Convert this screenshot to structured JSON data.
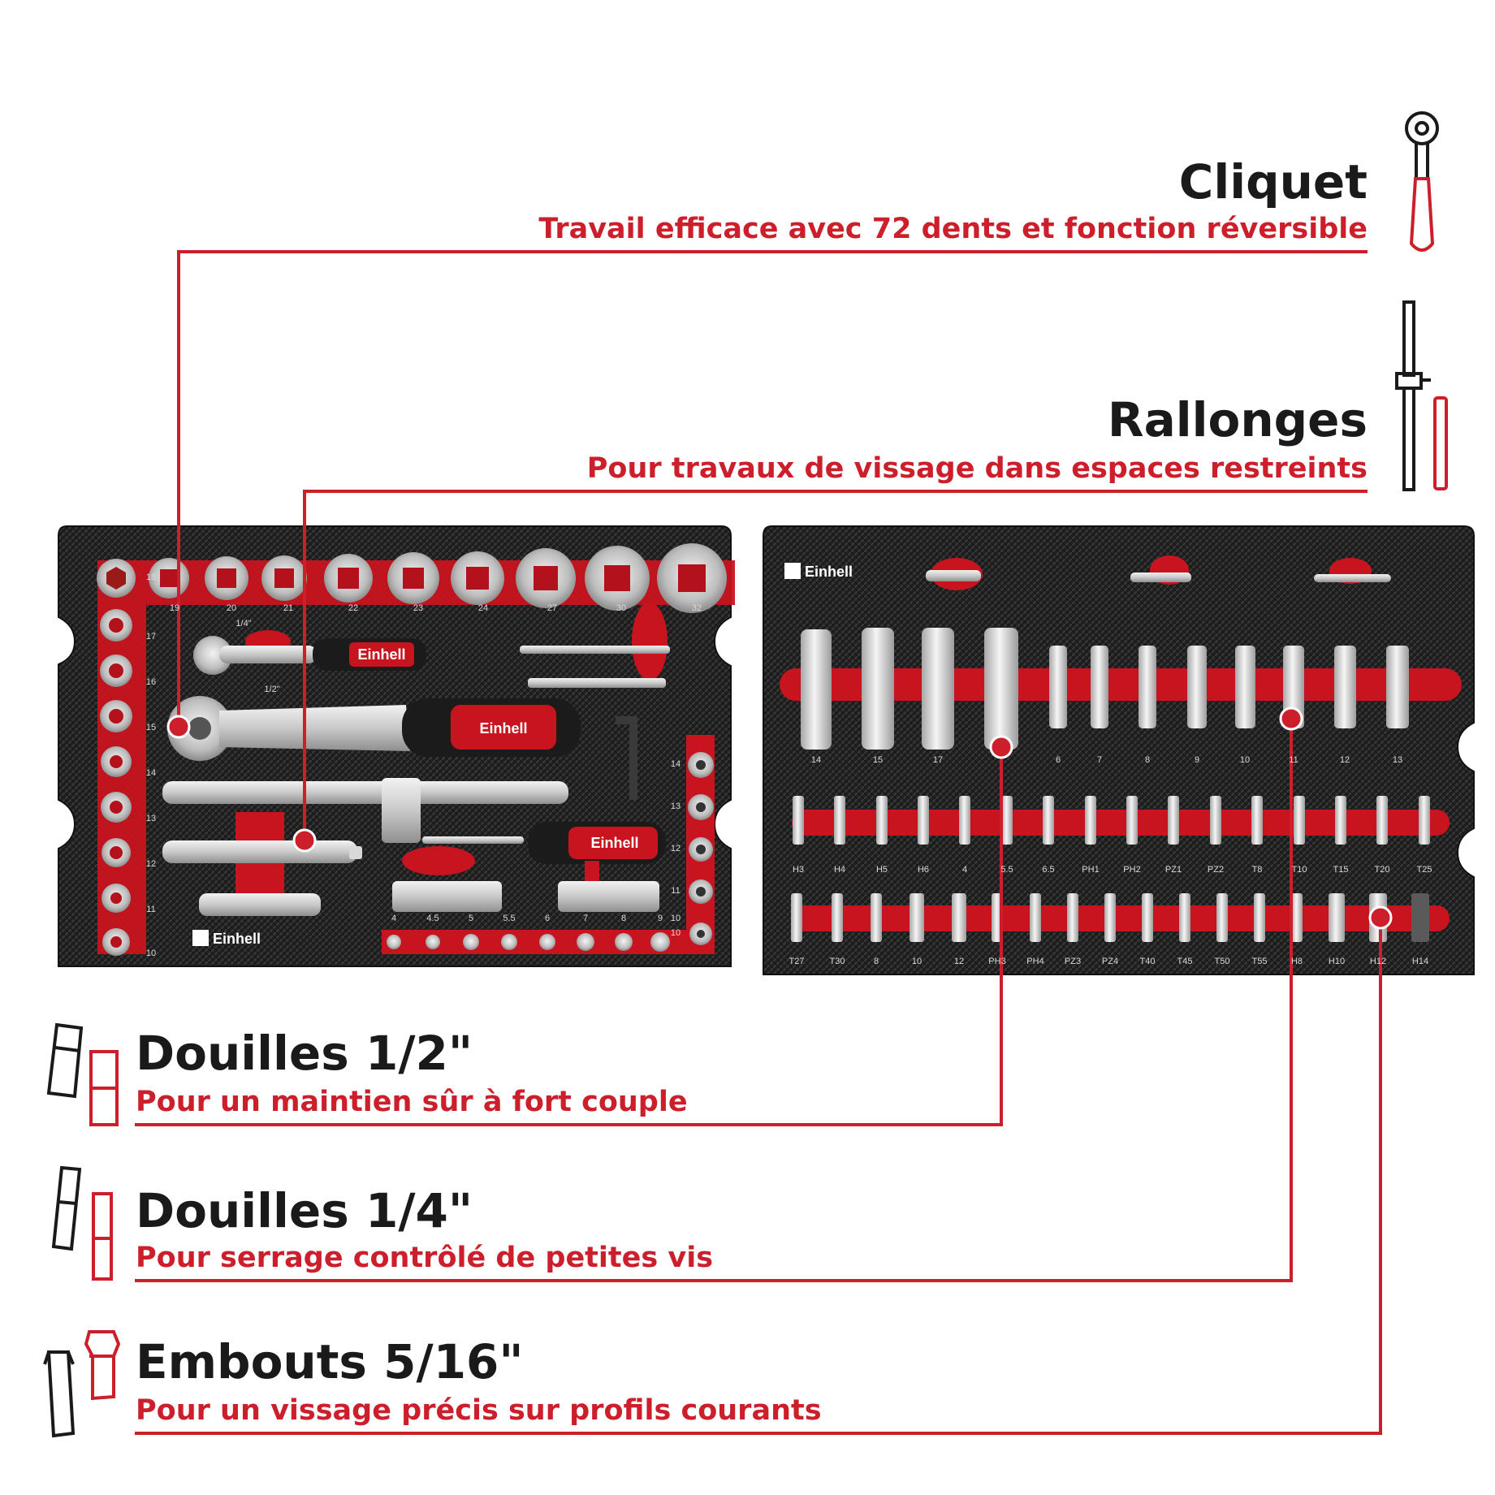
{
  "features": [
    {
      "title": "Cliquet",
      "subtitle": "Travail efficace avec 72 dents et fonction réversible",
      "icon": "ratchet-icon"
    },
    {
      "title": "Rallonges",
      "subtitle": "Pour travaux de vissage dans espaces restreints",
      "icon": "extension-bar-icon"
    },
    {
      "title": "Douilles 1/2\"",
      "subtitle": "Pour un maintien sûr à fort couple",
      "icon": "socket-half-inch-icon"
    },
    {
      "title": "Douilles 1/4\"",
      "subtitle": "Pour serrage contrôlé de petites vis",
      "icon": "socket-quarter-inch-icon"
    },
    {
      "title": "Embouts 5/16\"",
      "subtitle": "Pour un vissage précis sur profils courants",
      "icon": "bit-icon"
    }
  ],
  "trays": {
    "brand": "Einhell",
    "left": {
      "top_sockets": [
        "19",
        "20",
        "21",
        "22",
        "23",
        "24",
        "27",
        "30",
        "32"
      ],
      "left_column_sockets": [
        "18",
        "17",
        "16",
        "15",
        "14",
        "13",
        "12",
        "11",
        "10"
      ],
      "right_column_sockets": [
        "14",
        "13",
        "12",
        "11",
        "10"
      ],
      "bottom_sockets": [
        "4",
        "4.5",
        "5",
        "5.5",
        "6",
        "7",
        "8",
        "9",
        "10"
      ],
      "ratchet_labels": [
        "1/4\"",
        "1/2\""
      ]
    },
    "right": {
      "long_sockets": [
        "14",
        "15",
        "17",
        "",
        "6",
        "7",
        "8",
        "9",
        "10",
        "11",
        "12",
        "13"
      ],
      "bits_row1": [
        "H3",
        "H4",
        "H5",
        "H6",
        "4",
        "5.5",
        "6.5",
        "PH1",
        "PH2",
        "PZ1",
        "PZ2",
        "T8",
        "T10",
        "T15",
        "T20",
        "T25"
      ],
      "bits_row2": [
        "T27",
        "T30",
        "8",
        "10",
        "12",
        "PH3",
        "PH4",
        "PZ3",
        "PZ4",
        "T40",
        "T45",
        "T50",
        "T55",
        "H8",
        "H10",
        "H12",
        "H14"
      ]
    }
  },
  "colors": {
    "accent": "#cc1f2b",
    "dark": "#1a1a1a",
    "tray": "#232323",
    "socket_slot": "#c8141f"
  }
}
